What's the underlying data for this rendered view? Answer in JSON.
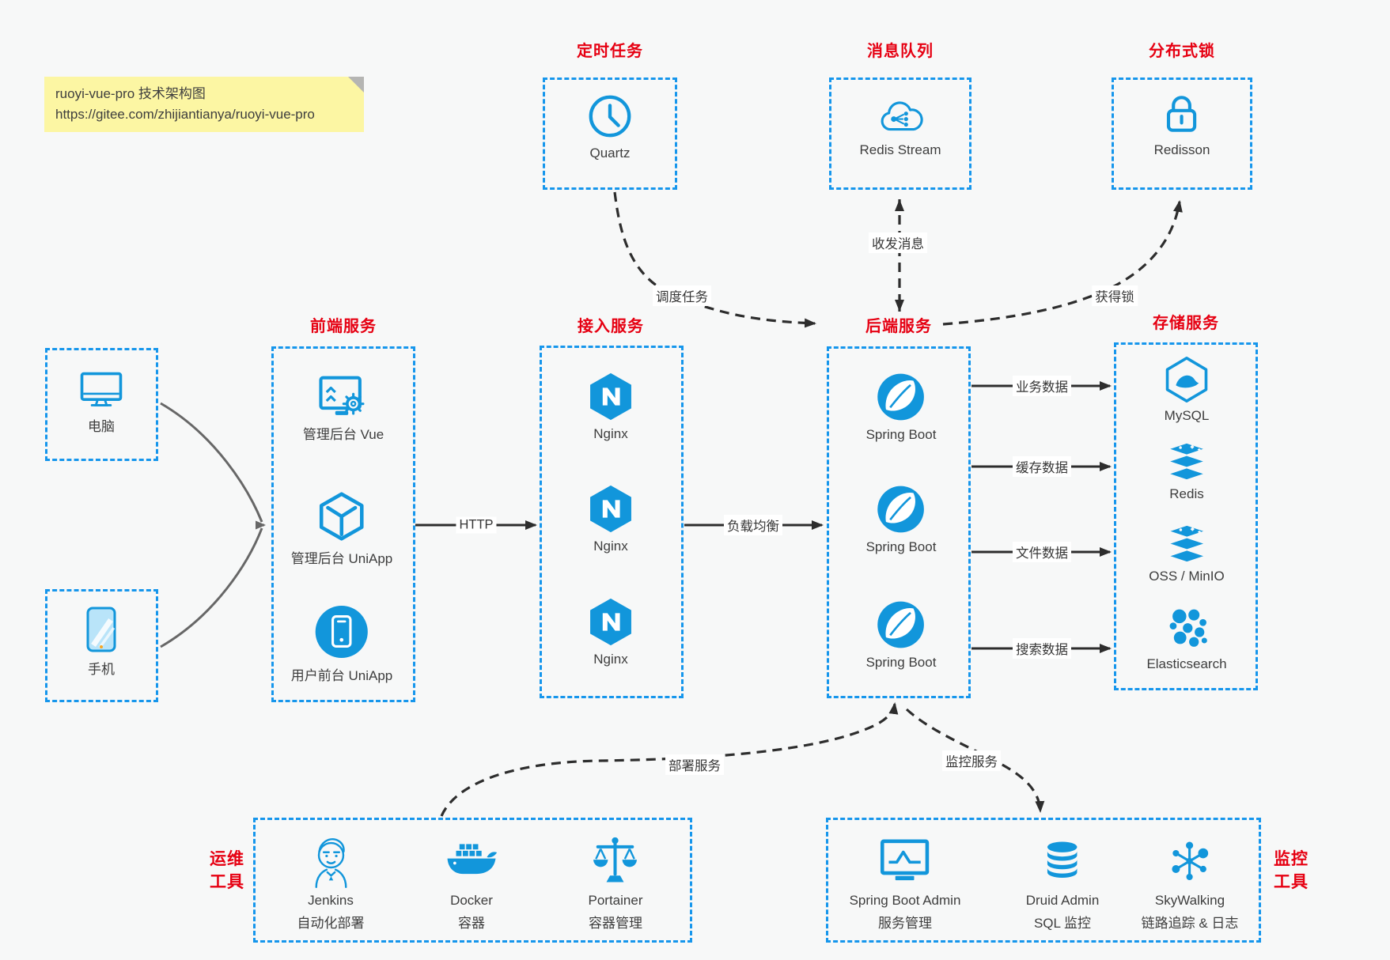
{
  "note": {
    "line1": "ruoyi-vue-pro 技术架构图",
    "line2": "https://gitee.com/zhijiantianya/ruoyi-vue-pro"
  },
  "colors": {
    "icon_blue": "#1296db",
    "border_blue": "#1696ec",
    "title_red": "#e60012",
    "arrow_black": "#2d2d2d",
    "arrow_gray": "#676767",
    "note_yellow": "#fcf6a3",
    "background": "#f7f8f8"
  },
  "panels": {
    "scheduled_task": {
      "title": "定时任务",
      "items": [
        {
          "label": "Quartz",
          "icon": "clock-icon"
        }
      ]
    },
    "message_queue": {
      "title": "消息队列",
      "items": [
        {
          "label": "Redis Stream",
          "icon": "cloud-stream-icon"
        }
      ]
    },
    "distributed_lock": {
      "title": "分布式锁",
      "items": [
        {
          "label": "Redisson",
          "icon": "lock-icon"
        }
      ]
    },
    "clients": {
      "items": [
        {
          "label": "电脑",
          "icon": "desktop-icon"
        },
        {
          "label": "手机",
          "icon": "mobile-icon"
        }
      ]
    },
    "frontend": {
      "title": "前端服务",
      "items": [
        {
          "label": "管理后台 Vue",
          "icon": "admin-vue-icon"
        },
        {
          "label": "管理后台 UniApp",
          "icon": "cube-icon"
        },
        {
          "label": "用户前台 UniApp",
          "icon": "phone-circle-icon"
        }
      ]
    },
    "gateway": {
      "title": "接入服务",
      "items": [
        {
          "label": "Nginx",
          "icon": "nginx-icon"
        },
        {
          "label": "Nginx",
          "icon": "nginx-icon"
        },
        {
          "label": "Nginx",
          "icon": "nginx-icon"
        }
      ]
    },
    "backend": {
      "title": "后端服务",
      "items": [
        {
          "label": "Spring Boot",
          "icon": "spring-leaf-icon"
        },
        {
          "label": "Spring Boot",
          "icon": "spring-leaf-icon"
        },
        {
          "label": "Spring Boot",
          "icon": "spring-leaf-icon"
        }
      ]
    },
    "storage": {
      "title": "存储服务",
      "items": [
        {
          "label": "MySQL",
          "icon": "mysql-icon"
        },
        {
          "label": "Redis",
          "icon": "redis-stack-icon"
        },
        {
          "label": "OSS / MinIO",
          "icon": "oss-stack-icon"
        },
        {
          "label": "Elasticsearch",
          "icon": "elasticsearch-icon"
        }
      ]
    },
    "ops_tools": {
      "title_lines": [
        "运维",
        "工具"
      ],
      "items": [
        {
          "name": "Jenkins",
          "desc": "自动化部署",
          "icon": "jenkins-icon"
        },
        {
          "name": "Docker",
          "desc": "容器",
          "icon": "docker-icon"
        },
        {
          "name": "Portainer",
          "desc": "容器管理",
          "icon": "portainer-icon"
        }
      ]
    },
    "monitor_tools": {
      "title_lines": [
        "监控",
        "工具"
      ],
      "items": [
        {
          "name": "Spring Boot Admin",
          "desc": "服务管理",
          "icon": "monitor-pulse-icon"
        },
        {
          "name": "Druid Admin",
          "desc": "SQL 监控",
          "icon": "database-icon"
        },
        {
          "name": "SkyWalking",
          "desc": "链路追踪 & 日志",
          "icon": "molecule-icon"
        }
      ]
    }
  },
  "edges": {
    "schedule": "调度任务",
    "message": "收发消息",
    "acquire_lock": "获得锁",
    "http": "HTTP",
    "load_balance": "负载均衡",
    "business_data": "业务数据",
    "cache_data": "缓存数据",
    "file_data": "文件数据",
    "search_data": "搜索数据",
    "deploy": "部署服务",
    "monitor": "监控服务"
  }
}
